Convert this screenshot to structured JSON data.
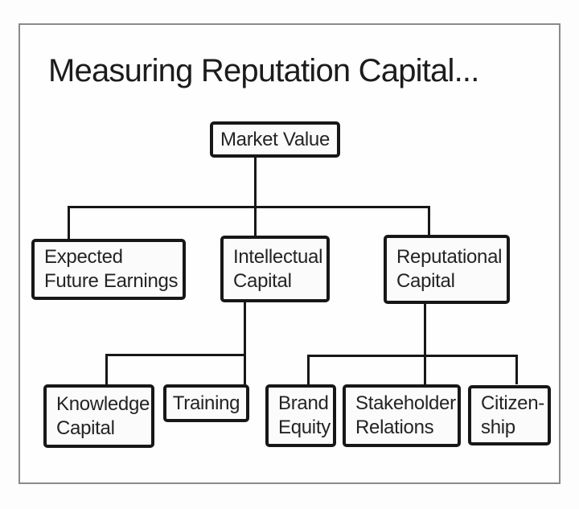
{
  "title": "Measuring Reputation Capital...",
  "diagram": {
    "type": "tree",
    "nodes": {
      "market_value": {
        "line1": "Market Value"
      },
      "expected_future_earnings": {
        "line1": "Expected",
        "line2": "Future Earnings"
      },
      "intellectual_capital": {
        "line1": "Intellectual",
        "line2": "Capital"
      },
      "reputational_capital": {
        "line1": "Reputational",
        "line2": "Capital"
      },
      "knowledge_capital": {
        "line1": "Knowledge",
        "line2": "Capital"
      },
      "training": {
        "line1": "Training"
      },
      "brand_equity": {
        "line1": "Brand",
        "line2": "Equity"
      },
      "stakeholder_relations": {
        "line1": "Stakeholder",
        "line2": "Relations"
      },
      "citizenship": {
        "line1": "Citizen-",
        "line2": "ship"
      }
    },
    "edges": [
      [
        "Market Value",
        "Expected Future Earnings"
      ],
      [
        "Market Value",
        "Intellectual Capital"
      ],
      [
        "Market Value",
        "Reputational Capital"
      ],
      [
        "Intellectual Capital",
        "Knowledge Capital"
      ],
      [
        "Intellectual Capital",
        "Training"
      ],
      [
        "Reputational Capital",
        "Brand Equity"
      ],
      [
        "Reputational Capital",
        "Stakeholder Relations"
      ],
      [
        "Reputational Capital",
        "Citizen-ship"
      ]
    ]
  },
  "colors": {
    "background": "#fdfdfd",
    "frame_border": "#8a8a8a",
    "box_border": "#171717",
    "box_fill": "#fbfbfb",
    "connector_line": "#171717",
    "text": "#242424",
    "title_text": "#1c1c1c"
  }
}
